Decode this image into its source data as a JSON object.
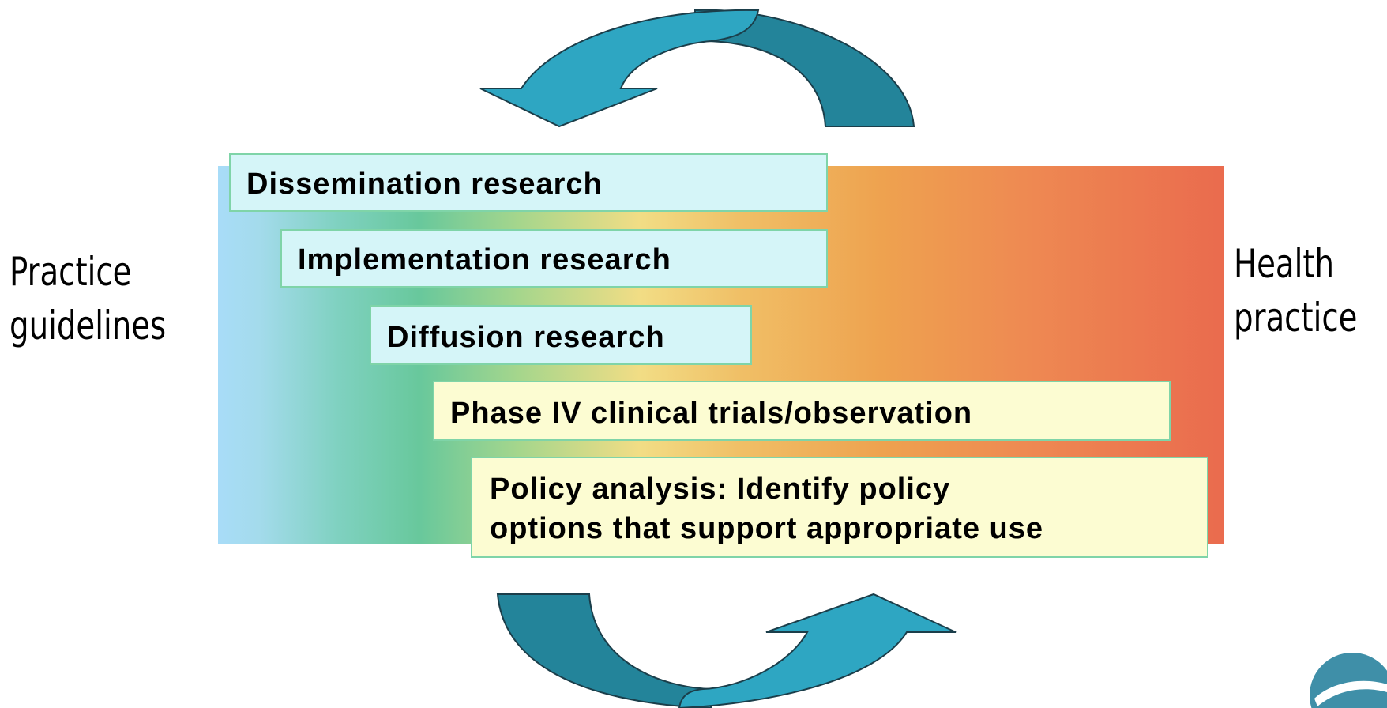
{
  "left_label": {
    "line1": "Practice",
    "line2": "guidelines"
  },
  "right_label": {
    "line1": "Health",
    "line2": "practice"
  },
  "stages": [
    {
      "text": "Dissemination research",
      "style": "cyan"
    },
    {
      "text": "Implementation research",
      "style": "cyan"
    },
    {
      "text": "Diffusion research",
      "style": "cyan"
    },
    {
      "text": "Phase IV clinical trials/observation",
      "style": "yellow"
    },
    {
      "text_line1": "Policy analysis: Identify policy",
      "text_line2": "options that support appropriate use",
      "style": "yellow"
    }
  ],
  "colors": {
    "arrow_light": "#2ea6c2",
    "arrow_dark": "#23849a",
    "box_border": "#7fd4a8",
    "box_cyan": "#d5f5f8",
    "box_yellow": "#fcfcd2"
  }
}
